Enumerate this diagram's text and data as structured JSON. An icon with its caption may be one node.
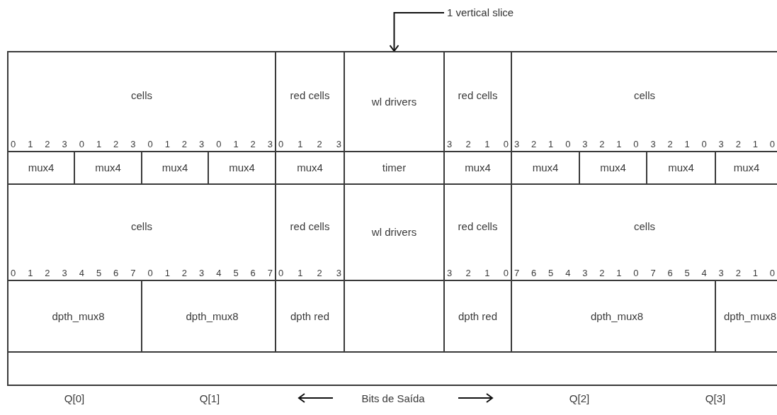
{
  "diagram": {
    "nodes": [
      {
        "text": [
          "cells",
          "0 1 2 3 0 1 2 3 0 1 2 3 0 1 2 3"
        ]
      },
      {
        "text": [
          "red cells",
          "0 1 2 3"
        ]
      },
      {
        "text": [
          "wl drivers"
        ]
      },
      {
        "text": [
          "red cells",
          "3 2 1 0"
        ]
      },
      {
        "text": [
          "cells",
          "3 2 1 0 3 2 1 0 3 2 1 0 3 2 1 0"
        ]
      },
      {
        "text": [
          "mux4"
        ]
      },
      {
        "text": [
          "mux4"
        ]
      },
      {
        "text": [
          "mux4"
        ]
      },
      {
        "text": [
          "mux4"
        ]
      },
      {
        "text": [
          "mux4"
        ]
      },
      {
        "text": [
          "timer"
        ]
      },
      {
        "text": [
          "mux4"
        ]
      },
      {
        "text": [
          "mux4"
        ]
      },
      {
        "text": [
          "mux4"
        ]
      },
      {
        "text": [
          "mux4"
        ]
      },
      {
        "text": [
          "mux4"
        ]
      },
      {
        "text": [
          "cells",
          "0 1 2 3 4 5 6 7 0 1 2 3 4 5 6 7"
        ]
      },
      {
        "text": [
          "red cells",
          "0 1 2 3"
        ]
      },
      {
        "text": [
          "wl drivers"
        ]
      },
      {
        "text": [
          "red cells",
          "3 2 1 0"
        ]
      },
      {
        "text": [
          "cells",
          "7 6 5 4 3 2 1 0 7 6 5 4 3 2 1 0"
        ]
      },
      {
        "text": [
          "dpth_mux8"
        ]
      },
      {
        "text": [
          "dpth_mux8"
        ]
      },
      {
        "text": [
          "dpth red"
        ]
      },
      {
        "text": [
          "dpth red"
        ]
      },
      {
        "text": [
          "dpth_mux8"
        ]
      },
      {
        "text": [
          "dpth_mux8"
        ]
      },
      {
        "text": [],
        "shape": "bar"
      },
      {
        "text": [
          "1 vertical slice"
        ]
      }
    ],
    "edges": [
      {
        "from": 28,
        "to": 2,
        "arrow": "to"
      }
    ],
    "labels": [
      "Q[0]",
      "Q[1]",
      "Bits de Saída",
      "Q[2]",
      "Q[3]"
    ]
  }
}
